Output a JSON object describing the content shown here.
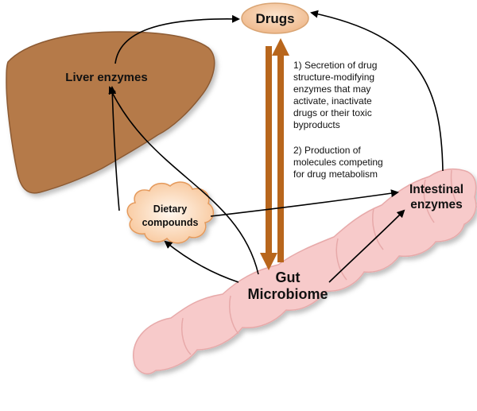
{
  "nodes": {
    "drugs": "Drugs",
    "liver": "Liver enzymes",
    "dietary": [
      "Dietary",
      "compounds"
    ],
    "intestinal": [
      "Intestinal",
      "enzymes"
    ],
    "gut": [
      "Gut",
      "Microbiome"
    ]
  },
  "annotations": {
    "point1": [
      "1) Secretion of drug",
      "structure-modifying",
      "enzymes that may",
      "activate, inactivate",
      "drugs or their toxic",
      "byproducts"
    ],
    "point2": [
      "2) Production of",
      "molecules competing",
      "for drug metabolism"
    ]
  },
  "colors": {
    "liver": "#b57a4a",
    "intestine": "#f7c9c9",
    "drugs": "#f3c9a2",
    "cloud": "#fde3cf",
    "main_arrow": "#b8661c"
  }
}
